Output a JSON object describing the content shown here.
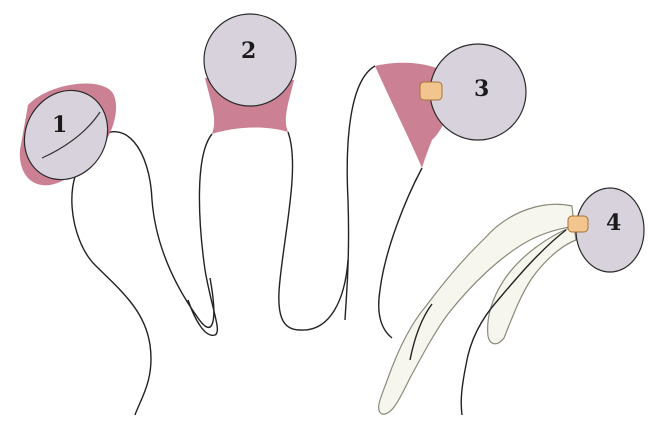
{
  "figure": {
    "stages": [
      {
        "label": "1"
      },
      {
        "label": "2"
      },
      {
        "label": "3"
      },
      {
        "label": "4"
      }
    ]
  },
  "colors": {
    "cell_fill": "#d8d2dc",
    "cell_stroke": "#2a2a2a",
    "collar": "#c26b80",
    "plug": "#f2c48e",
    "filament": "#222222",
    "sheath_fill": "#f7f6ee",
    "sheath_stroke": "#8a8a7a"
  }
}
